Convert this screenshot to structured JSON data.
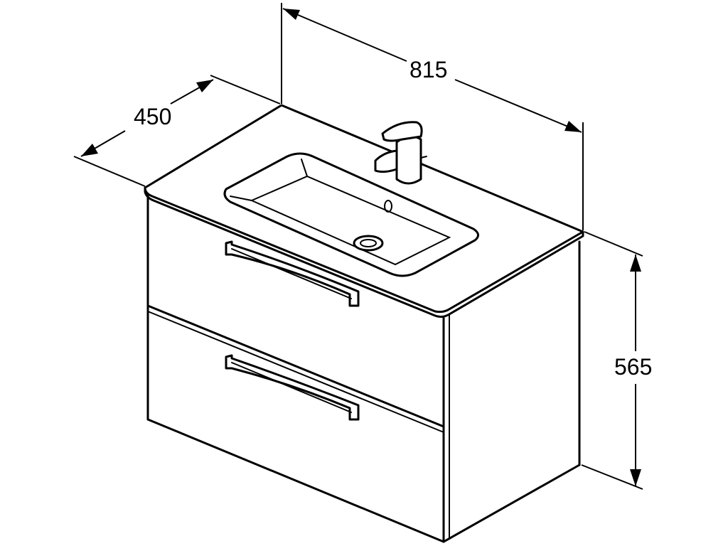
{
  "dimensions": {
    "width": "815",
    "depth": "450",
    "height": "565"
  }
}
